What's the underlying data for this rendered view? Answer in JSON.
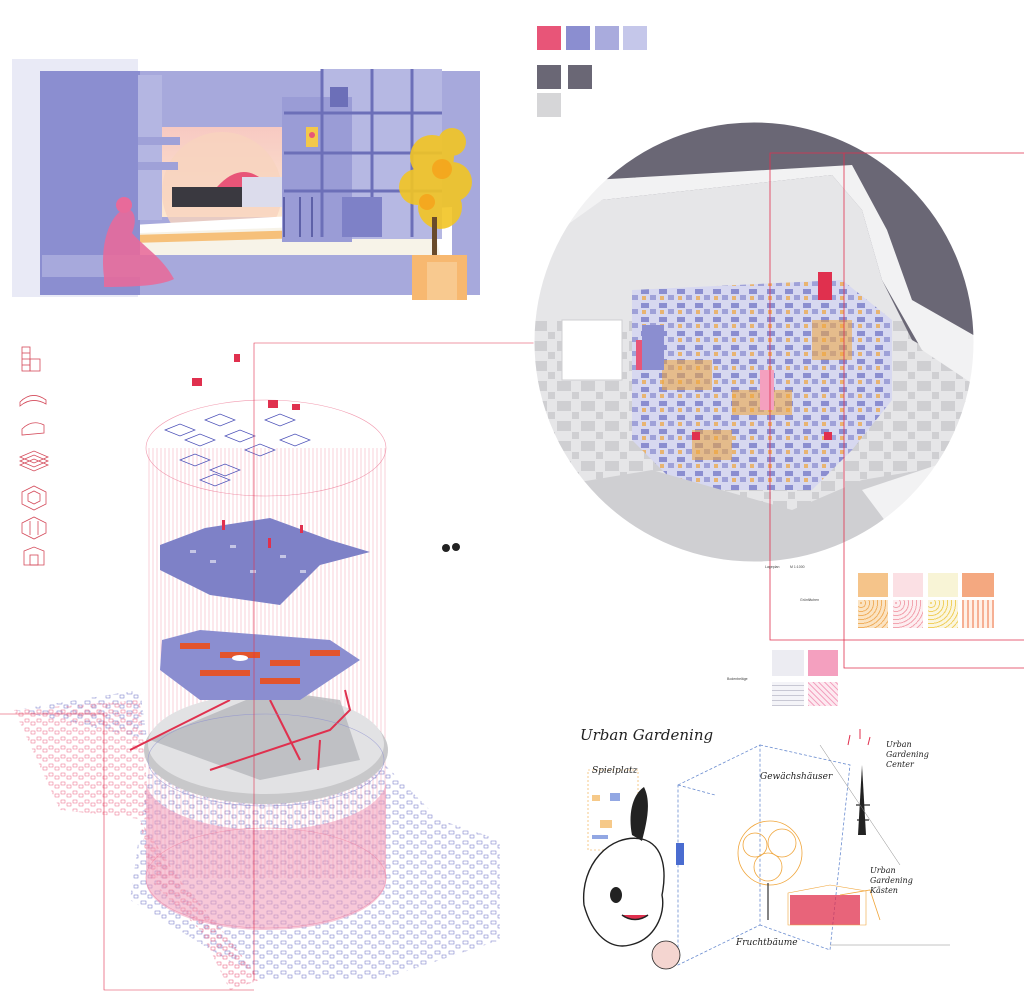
{
  "palette": {
    "rows": [
      {
        "label": "",
        "colors": [
          "#e85578",
          "#8b8ed0",
          "#a9abdd",
          "#c5c7ea"
        ]
      },
      {
        "label": "",
        "colors": [
          "#6a6775",
          "#6a6775"
        ]
      },
      {
        "label": "",
        "colors": [
          "#d6d6d8"
        ]
      }
    ]
  },
  "map": {
    "scale_label": "Lageplan",
    "scale_value": "M 1:1000",
    "greenspace_label": "Grünflächen",
    "greenspace_categories": [
      "",
      "",
      "",
      ""
    ],
    "greenspace_colors": [
      "#f5c48a",
      "#fbe0e4",
      "#f8f4d6",
      "#f4a880"
    ],
    "surface_label": "Bodenbeläge",
    "surface_categories": [
      "",
      ""
    ],
    "surface_colors": [
      "#ececf2",
      "#f4a0bf"
    ]
  },
  "axo": {
    "legend": [
      "",
      "",
      "",
      "",
      "",
      "",
      ""
    ],
    "callout": ""
  },
  "sketch": {
    "title": "Urban Gardening",
    "labels": {
      "spielplatz": "Spielplatz",
      "gewaechshaus": "Gewächshäuser",
      "center": "Urban Gardening Center",
      "kaesten": "Urban Gardening Kästen",
      "fruchtbaeume": "Fruchtbäume"
    }
  },
  "colors": {
    "lavender": "#8b8ed0",
    "pink": "#e85578",
    "red": "#e0304e",
    "orange": "#f0a53a",
    "dark": "#6a6775",
    "street": "#d8d8da"
  }
}
